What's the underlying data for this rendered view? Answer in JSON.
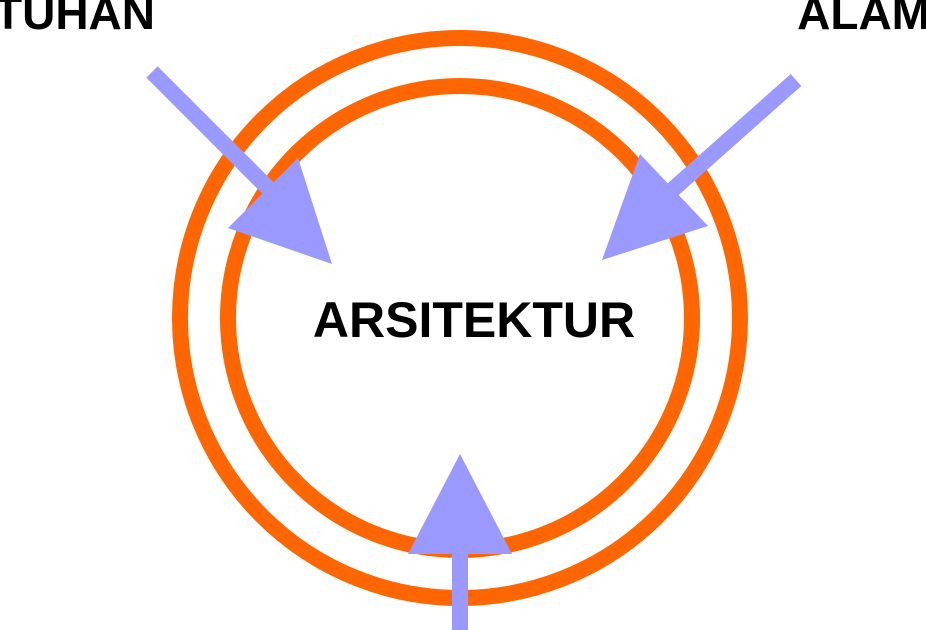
{
  "labels": {
    "top_left": "TUHAN",
    "top_right": "ALAM",
    "center": "ARSITEKTUR"
  },
  "colors": {
    "ring": "#ff6600",
    "arrow": "#9999ff",
    "text": "#000000",
    "background": "#ffffff"
  }
}
